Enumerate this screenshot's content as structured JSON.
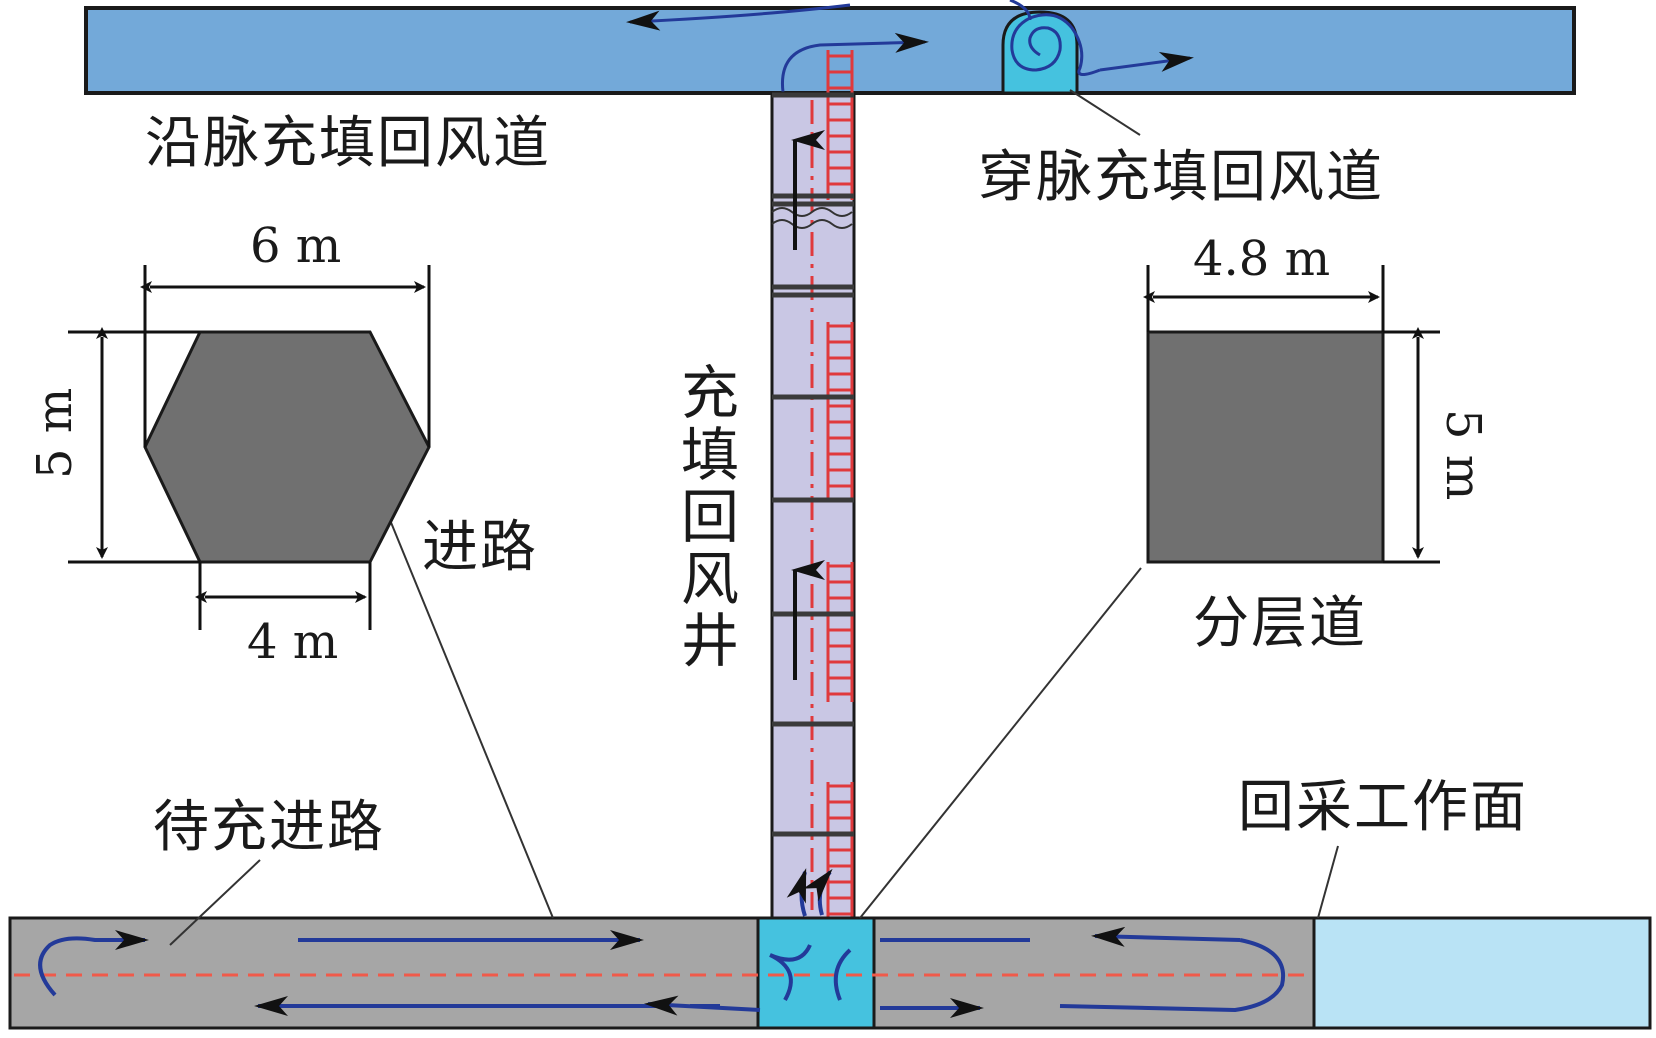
{
  "labels": {
    "along_vein_return_airway": "沿脉充填回风道",
    "cross_vein_return_airway": "穿脉充填回风道",
    "fill_return_shaft": "充填回风井",
    "drift": "进路",
    "sublevel_drift": "分层道",
    "drift_to_fill": "待充进路",
    "stoping_face": "回采工作面"
  },
  "hexagon_section": {
    "top_width": "6 m",
    "height": "5 m",
    "bottom_width": "4 m"
  },
  "rect_section": {
    "width": "4.8 m",
    "height": "5 m"
  },
  "colors": {
    "airway_blue": "#73a9d9",
    "shaft_fill": "#c9c7e4",
    "drift_gray": "#a6a6a6",
    "section_gray": "#707070",
    "junction_cyan": "#45c2df",
    "stope_light_blue": "#b9e3f5",
    "flow_arrow": "#233a99",
    "ladder_red": "#e0393c",
    "centerline_red": "#f05a4a"
  }
}
